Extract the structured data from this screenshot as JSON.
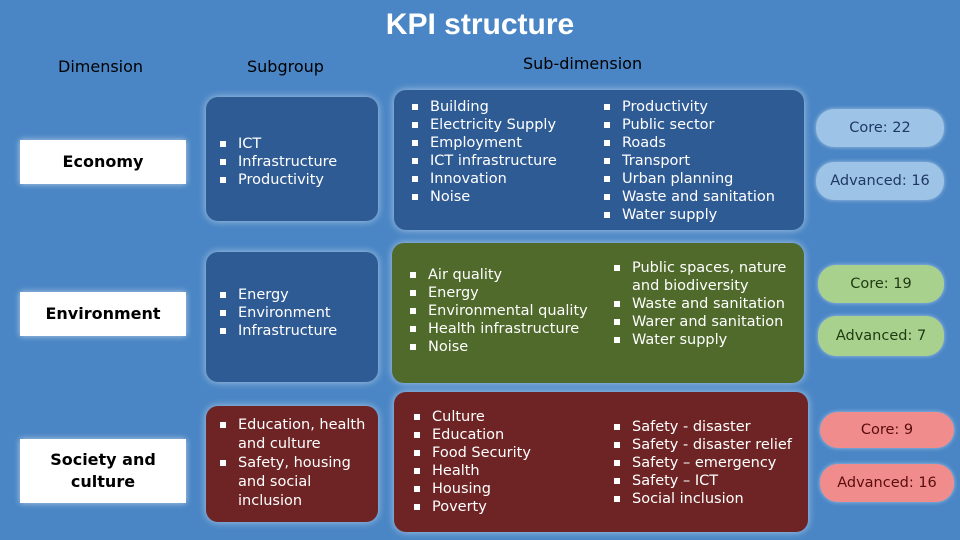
{
  "title": "KPI structure",
  "headers": {
    "dimension": "Dimension",
    "subgroup": "Subgroup",
    "subdimension": "Sub-dimension"
  },
  "rows": [
    {
      "dimension": "Economy",
      "subgroups": [
        "ICT",
        "Infrastructure",
        "Productivity"
      ],
      "sub_a": [
        "Building",
        "Electricity Supply",
        "Employment",
        "ICT infrastructure",
        "Innovation",
        "Noise"
      ],
      "sub_b": [
        "Productivity",
        "Public sector",
        "Roads",
        "Transport",
        "Urban planning",
        "Waste and sanitation",
        "Water supply"
      ],
      "core": "Core: 22",
      "advanced": "Advanced: 16"
    },
    {
      "dimension": "Environment",
      "subgroups": [
        "Energy",
        "Environment",
        "Infrastructure"
      ],
      "sub_a": [
        "Air quality",
        "Energy",
        "Environmental quality",
        "Health infrastructure",
        "Noise"
      ],
      "sub_b": [
        "Public spaces, nature and biodiversity",
        "Waste and sanitation",
        "Warer and sanitation",
        "Water supply"
      ],
      "core": "Core: 19",
      "advanced": "Advanced: 7"
    },
    {
      "dimension": "Society and culture",
      "subgroups": [
        "Education, health and culture",
        "Safety, housing and social inclusion"
      ],
      "sub_a": [
        "Culture",
        "Education",
        "Food Security",
        "Health",
        "Housing",
        "Poverty"
      ],
      "sub_b": [
        "Safety - disaster",
        "Safety - disaster relief",
        "Safety – emergency",
        "Safety – ICT",
        "Social inclusion"
      ],
      "core": "Core: 9",
      "advanced": "Advanced: 16"
    }
  ],
  "colors": {
    "background": "#4a86c5",
    "economy": "#2f5b94",
    "environment": "#4f6a2a",
    "society": "#6e2424"
  }
}
